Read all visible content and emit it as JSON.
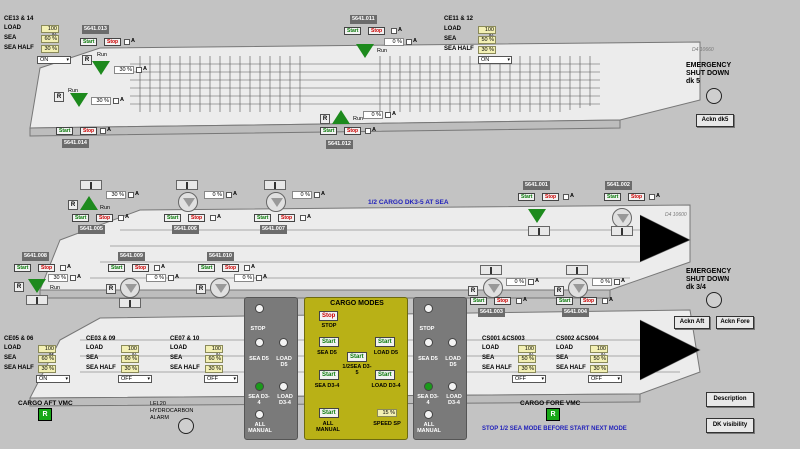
{
  "top_left": {
    "title": "CE13 & 14",
    "load": "LOAD",
    "sea": "SEA",
    "sea_half": "SEA HALF",
    "load_val": "100 %",
    "sea_val": "60 %",
    "sea_half_val": "30 %",
    "mode": "ON"
  },
  "top_right": {
    "title": "CE11 & 12",
    "load": "LOAD",
    "sea": "SEA",
    "sea_half": "SEA HALF",
    "load_val": "100 %",
    "sea_val": "50 %",
    "sea_half_val": "30 %",
    "mode": "ON"
  },
  "bot_left": {
    "title": "CE05 & 06",
    "load": "LOAD",
    "sea": "SEA",
    "sea_half": "SEA HALF",
    "load_val": "100 %",
    "sea_val": "60 %",
    "sea_half_val": "30 %",
    "mode": "ON"
  },
  "bot_l2": {
    "title": "CE03 & 09",
    "load": "LOAD",
    "sea": "SEA",
    "sea_half": "SEA HALF",
    "load_val": "100 %",
    "sea_val": "60 %",
    "sea_half_val": "30 %",
    "mode": "OFF"
  },
  "bot_l3": {
    "title": "CE07 & 10",
    "load": "LOAD",
    "sea": "SEA",
    "sea_half": "SEA HALF",
    "load_val": "100 %",
    "sea_val": "60 %",
    "sea_half_val": "30 %",
    "mode": "OFF"
  },
  "bot_r1": {
    "title": "CS001 &CS003",
    "load": "LOAD",
    "sea": "SEA",
    "sea_half": "SEA HALF",
    "load_val": "100 %",
    "sea_val": "50 %",
    "sea_half_val": "30 %",
    "mode": "OFF"
  },
  "bot_r2": {
    "title": "CS002 &CS004",
    "load": "LOAD",
    "sea": "SEA",
    "sea_half": "SEA HALF",
    "load_val": "100 %",
    "sea_val": "50 %",
    "sea_half_val": "30 %",
    "mode": "OFF"
  },
  "tags": {
    "s013": "5641.013",
    "s011": "5641.011",
    "s014": "5641.014",
    "s012": "5641.012",
    "s005": "5641.005",
    "s006": "5641.006",
    "s007": "5641.007",
    "s008": "5641.008",
    "s009": "5641.009",
    "s010": "5641.010",
    "s001": "5641.001",
    "s002": "5641.002",
    "s003": "5641.003",
    "s004": "5641.004"
  },
  "ctrl": {
    "start": "Start",
    "stop": "Stop",
    "auto": "A",
    "run": "Run",
    "reset": "R",
    "pct30": "30 %",
    "pct0": "0 %"
  },
  "deck_title": "1/2 CARGO DK3-5 AT SEA",
  "deck_plate_top": "D4 10660",
  "deck_plate_mid": "D4 10600",
  "emergency_top": {
    "line1": "EMERGENCY",
    "line2": "SHUT DOWN",
    "line3": "dk 5"
  },
  "emergency_mid": {
    "line1": "EMERGENCY",
    "line2": "SHUT DOWN",
    "line3": "dk 3/4"
  },
  "buttons": {
    "ackn_dk5": "Ackn dk5",
    "ackn_aft": "Ackn Aft",
    "ackn_fore": "Ackn Fore",
    "description": "Description",
    "dk_visibility": "DK visibility"
  },
  "cargo_aft": {
    "label": "CARGO AFT VMC",
    "ind": "R"
  },
  "cargo_fore": {
    "label": "CARGO FORE VMC",
    "ind": "R"
  },
  "alarm": {
    "line1": "LEL20",
    "line2": "HYDROCARBON",
    "line3": "ALARM"
  },
  "modes": {
    "title": "CARGO MODES",
    "stop_btn": "Stop",
    "stop_lbl": "STOP",
    "sea_d5": "SEA D5",
    "load_d5": "LOAD D5",
    "half_sea": "1/2SEA D3-5",
    "sea_d34": "SEA D3-4",
    "load_d34": "LOAD D3-4",
    "all_manual": "ALL MANUAL",
    "speed_sp": "SPEED SP",
    "speed_val": "15 %",
    "start": "Start"
  },
  "left_panel": {
    "stop": "STOP",
    "sea_d5": "SEA D5",
    "load_d5": "LOAD D5",
    "sea_d34": "SEA D3-4",
    "load_d34": "LOAD D3-4",
    "all_manual": "ALL MANUAL"
  },
  "right_panel": {
    "stop": "STOP",
    "sea_d5": "SEA D5",
    "load_d5": "LOAD D5",
    "sea_d34": "SEA D3-4",
    "load_d34": "LOAD D3-4",
    "all_manual": "ALL MANUAL"
  },
  "footer_msg": "STOP 1/2 SEA MODE BEFORE START NEXT MODE"
}
